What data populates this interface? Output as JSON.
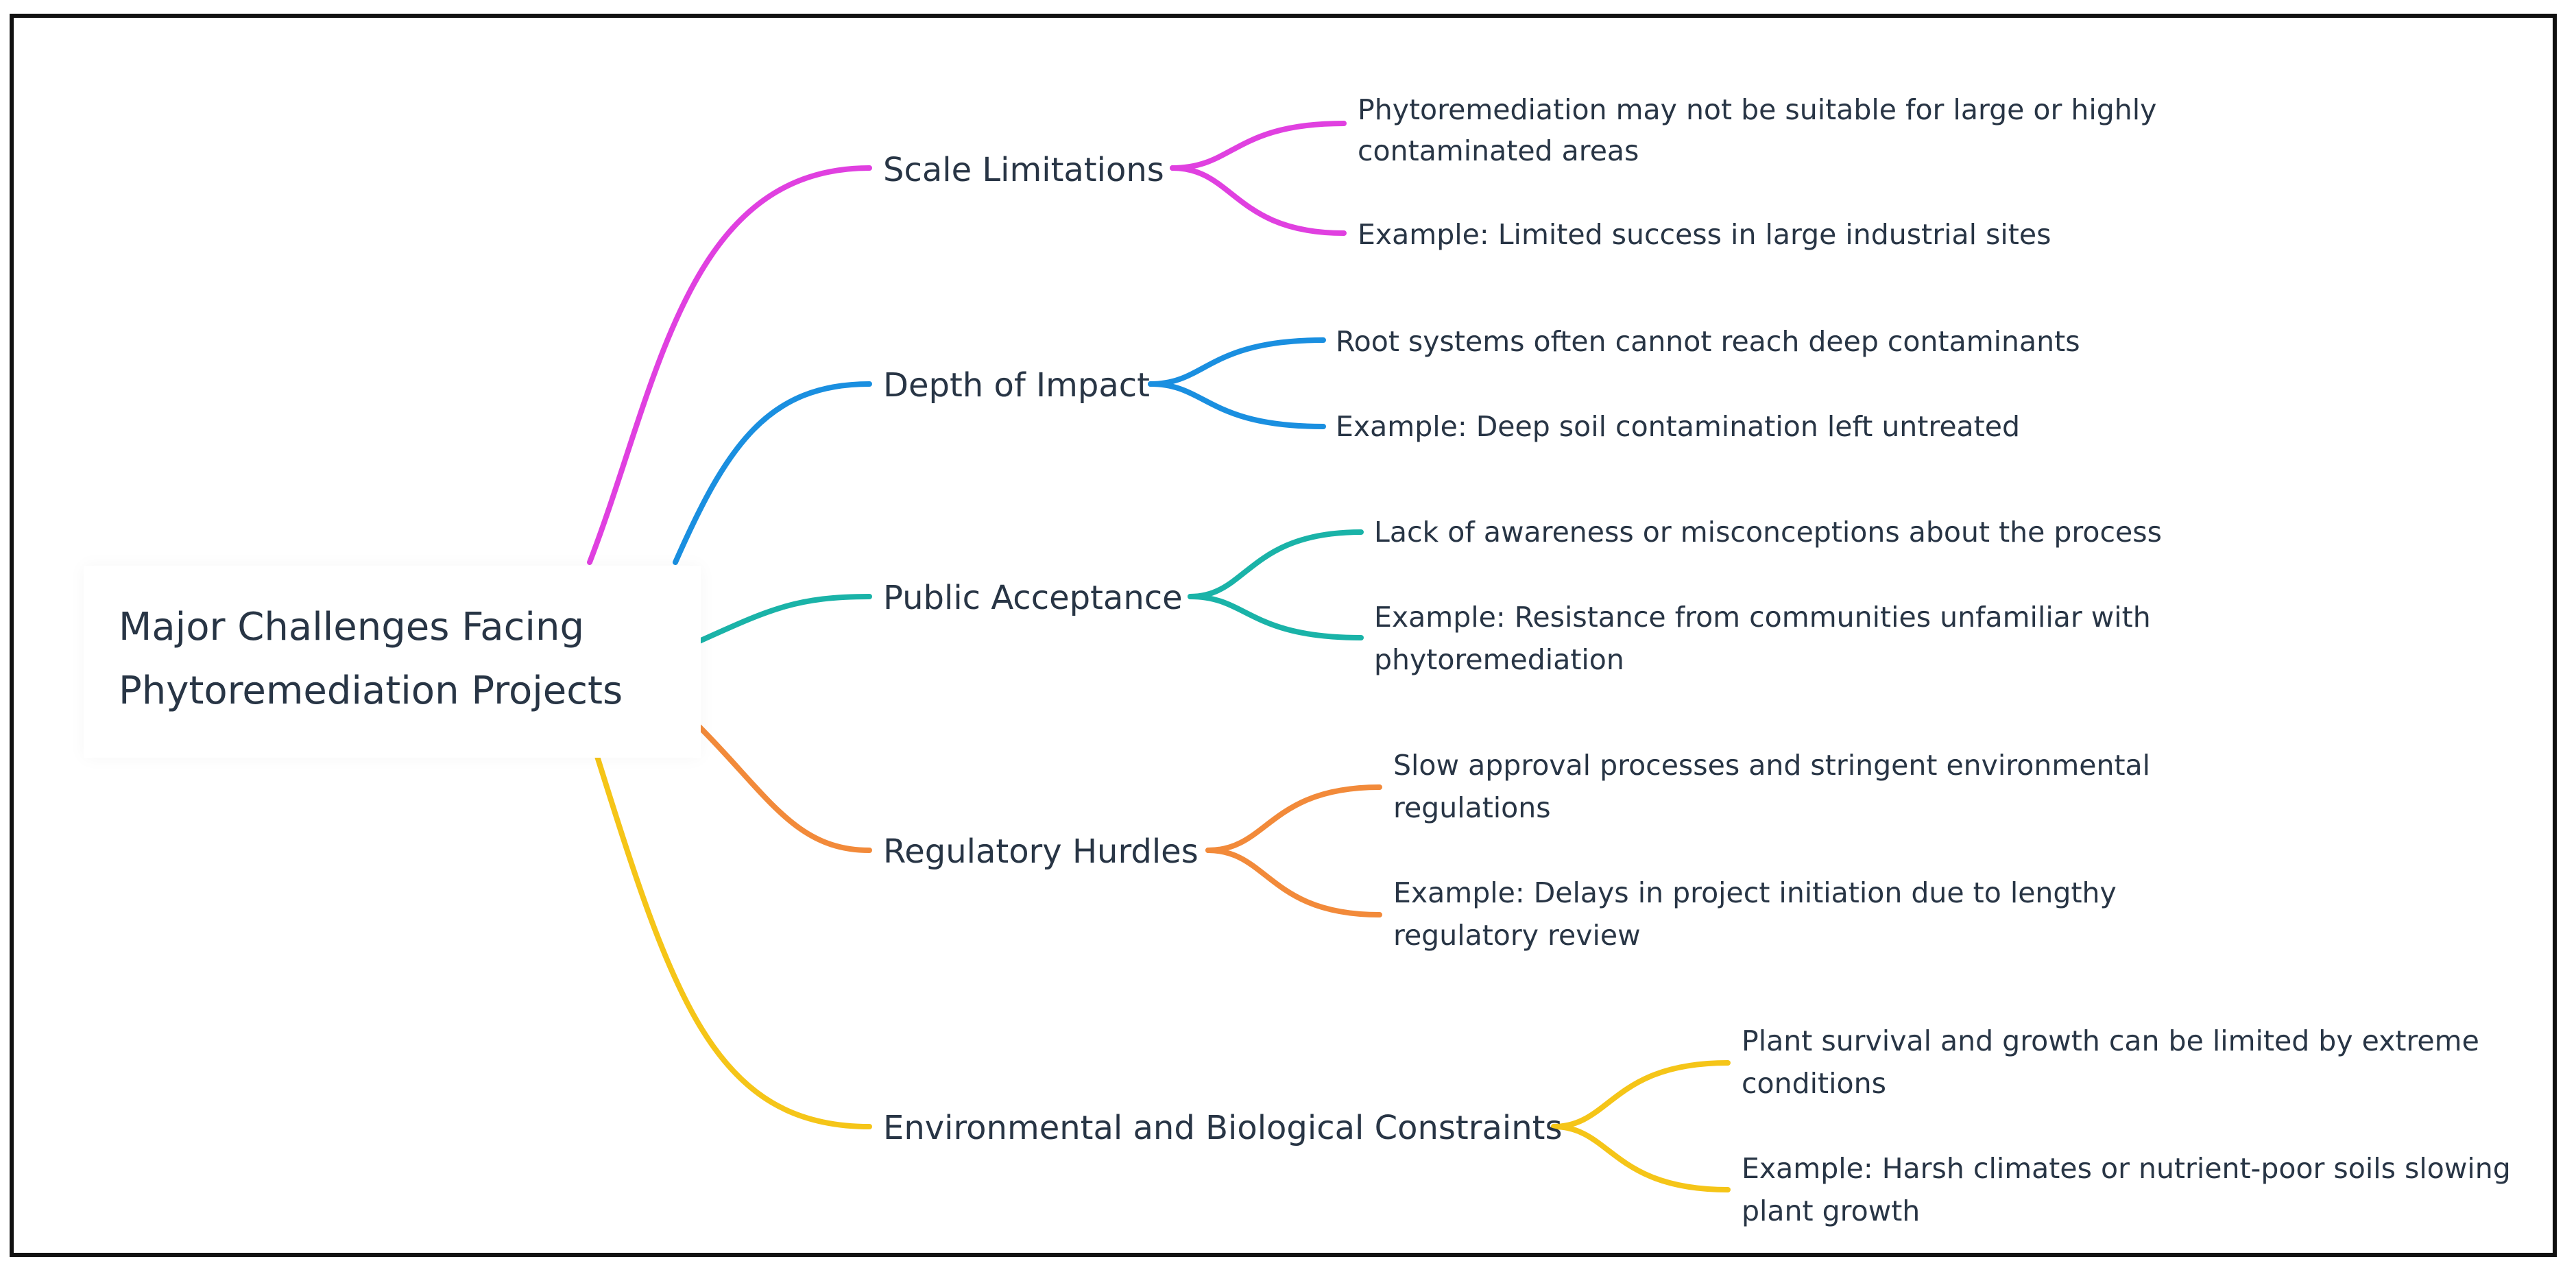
{
  "colors": {
    "text": "#283545",
    "scale": "#E040E0",
    "depth": "#1A8FE0",
    "public": "#1AB3A8",
    "regulatory": "#F28A3A",
    "environmental": "#F5C518"
  },
  "root": {
    "line1": "Major Challenges Facing",
    "line2": "Phytoremediation Projects"
  },
  "branches": [
    {
      "key": "scale",
      "label": "Scale Limitations",
      "details": [
        {
          "line1": "Phytoremediation may not be suitable for large or highly",
          "line2": "contaminated areas"
        },
        {
          "line1": "Example: Limited success in large industrial sites"
        }
      ]
    },
    {
      "key": "depth",
      "label": "Depth of Impact",
      "details": [
        {
          "line1": "Root systems often cannot reach deep contaminants"
        },
        {
          "line1": "Example: Deep soil contamination left untreated"
        }
      ]
    },
    {
      "key": "public",
      "label": "Public Acceptance",
      "details": [
        {
          "line1": "Lack of awareness or misconceptions about the process"
        },
        {
          "line1": "Example: Resistance from communities unfamiliar with",
          "line2": "phytoremediation"
        }
      ]
    },
    {
      "key": "regulatory",
      "label": "Regulatory Hurdles",
      "details": [
        {
          "line1": "Slow approval processes and stringent environmental",
          "line2": "regulations"
        },
        {
          "line1": "Example: Delays in project initiation due to lengthy",
          "line2": "regulatory review"
        }
      ]
    },
    {
      "key": "environmental",
      "label": "Environmental and Biological Constraints",
      "details": [
        {
          "line1": "Plant survival and growth can be limited by extreme",
          "line2": "conditions"
        },
        {
          "line1": "Example: Harsh climates or nutrient-poor soils slowing",
          "line2": "plant growth"
        }
      ]
    }
  ]
}
